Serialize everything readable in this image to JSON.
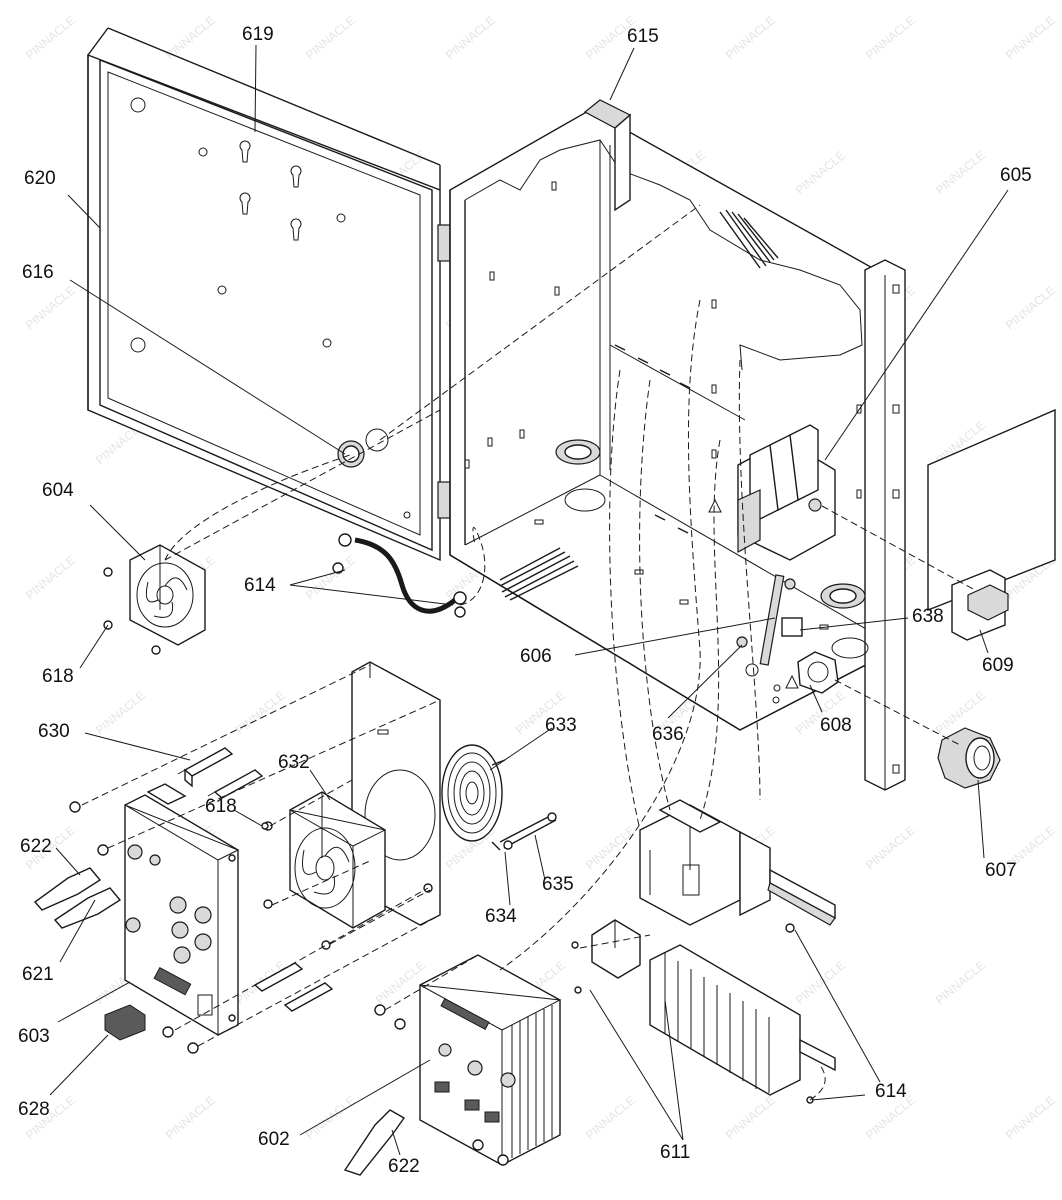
{
  "watermark": "PINNACLE",
  "callouts": [
    {
      "id": "602",
      "text": "602"
    },
    {
      "id": "603",
      "text": "603"
    },
    {
      "id": "604",
      "text": "604"
    },
    {
      "id": "605",
      "text": "605"
    },
    {
      "id": "606",
      "text": "606"
    },
    {
      "id": "607",
      "text": "607"
    },
    {
      "id": "608",
      "text": "608"
    },
    {
      "id": "609",
      "text": "609"
    },
    {
      "id": "611",
      "text": "611"
    },
    {
      "id": "614a",
      "text": "614"
    },
    {
      "id": "614b",
      "text": "614"
    },
    {
      "id": "615",
      "text": "615"
    },
    {
      "id": "616",
      "text": "616"
    },
    {
      "id": "618a",
      "text": "618"
    },
    {
      "id": "618b",
      "text": "618"
    },
    {
      "id": "619",
      "text": "619"
    },
    {
      "id": "620",
      "text": "620"
    },
    {
      "id": "621",
      "text": "621"
    },
    {
      "id": "622a",
      "text": "622"
    },
    {
      "id": "622b",
      "text": "622"
    },
    {
      "id": "628",
      "text": "628"
    },
    {
      "id": "630",
      "text": "630"
    },
    {
      "id": "632",
      "text": "632"
    },
    {
      "id": "633",
      "text": "633"
    },
    {
      "id": "634",
      "text": "634"
    },
    {
      "id": "635",
      "text": "635"
    },
    {
      "id": "636",
      "text": "636"
    },
    {
      "id": "638",
      "text": "638"
    }
  ]
}
